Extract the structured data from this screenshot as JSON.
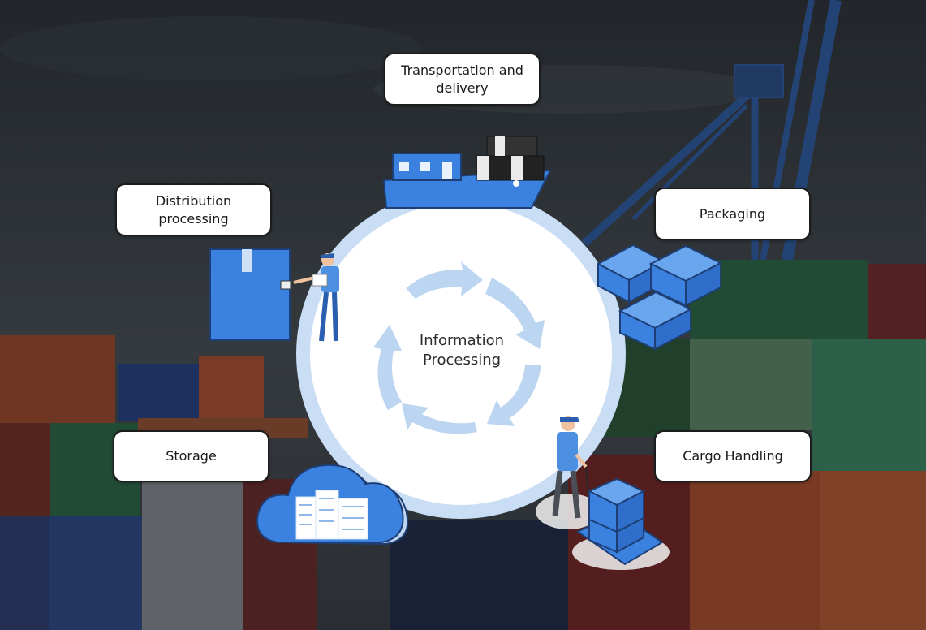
{
  "diagram": {
    "center_label": "Information\nProcessing",
    "stages": [
      {
        "id": "transportation",
        "label": "Transportation and\ndelivery"
      },
      {
        "id": "packaging",
        "label": "Packaging"
      },
      {
        "id": "cargo-handling",
        "label": "Cargo Handling"
      },
      {
        "id": "storage",
        "label": "Storage"
      },
      {
        "id": "distribution",
        "label": "Distribution\nprocessing"
      }
    ]
  },
  "colors": {
    "accent": "#3b82e0",
    "accent_light": "#bcd7f5",
    "ring": "#c8dcf4",
    "sky": "#3a4148",
    "text": "#1a1a1a"
  },
  "icons": [
    "ship-icon",
    "boxes-icon",
    "pallet-worker-icon",
    "cloud-database-icon",
    "worker-box-icon",
    "cycle-arrows-icon"
  ]
}
